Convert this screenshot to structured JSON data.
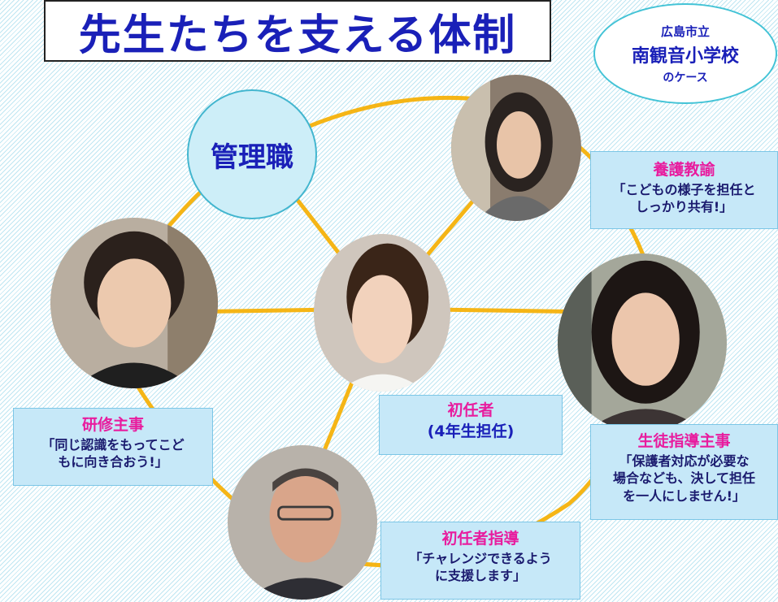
{
  "title": "先生たちを支える体制",
  "school": {
    "line1": "広島市立",
    "line2": "南観音小学校",
    "line3": "のケース"
  },
  "admin": {
    "label": "管理職"
  },
  "nurse": {
    "role": "養護教諭",
    "quote1": "「こどもの様子を担任と",
    "quote2": "しっかり共有!」"
  },
  "training": {
    "role": "研修主事",
    "quote1": "「同じ認識をもってこど",
    "quote2": "もに向き合おう!」"
  },
  "new_teacher": {
    "role": "初任者",
    "sub": "(4年生担任)"
  },
  "guidance": {
    "role": "生徒指導主事",
    "quote1": "「保護者対応が必要な",
    "quote2": "場合なども、決して担任",
    "quote3": "を一人にしません!」"
  },
  "mentor": {
    "role": "初任者指導",
    "quote1": "「チャレンジできるよう",
    "quote2": "に支援します」"
  },
  "colors": {
    "title": "#1a20b8",
    "role": "#e81c9e",
    "line": "#f5b516",
    "box": "#c6e8f8"
  }
}
